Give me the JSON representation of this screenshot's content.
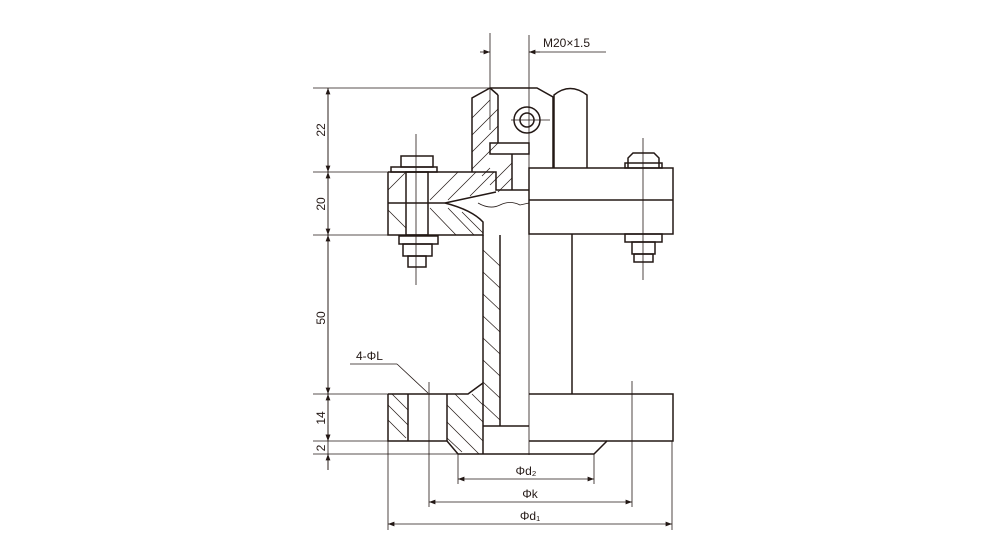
{
  "drawing": {
    "thread_label": "M20×1.5",
    "dims": {
      "h1": "22",
      "h2": "20",
      "h3": "50",
      "h4": "14",
      "h5": "2"
    },
    "holes_label": "4-ΦL",
    "d2_label": "Φd₂",
    "k_label": "Φk",
    "d1_label": "Φd₁",
    "line_color": "#231815"
  }
}
